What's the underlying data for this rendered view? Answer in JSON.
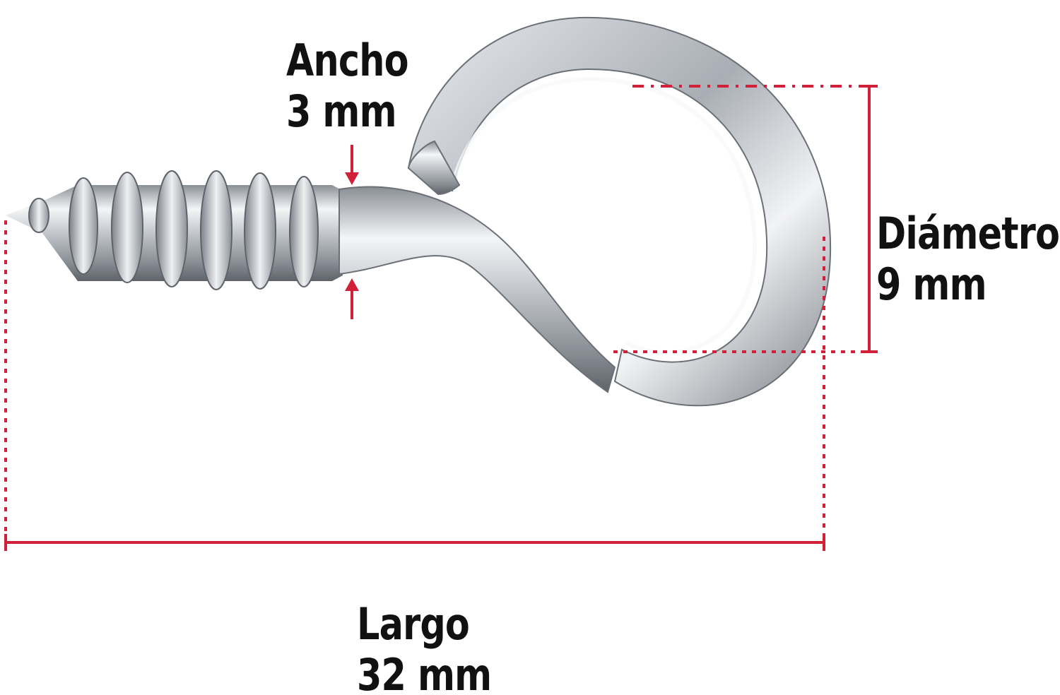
{
  "dimensions": {
    "width": {
      "name": "Ancho",
      "value": "3 mm"
    },
    "diameter": {
      "name": "Diámetro",
      "value": "9 mm"
    },
    "length": {
      "name": "Largo",
      "value": "32 mm"
    }
  },
  "colors": {
    "dimension_line": "#d1203a",
    "label_text": "#111111",
    "metal_light": "#f2f3f5",
    "metal_mid": "#b9bdc3",
    "metal_dark": "#6d7279",
    "background": "#ffffff"
  },
  "icons": [
    "screw-eye-hook-illustration",
    "arrow-down-icon",
    "arrow-up-icon"
  ]
}
